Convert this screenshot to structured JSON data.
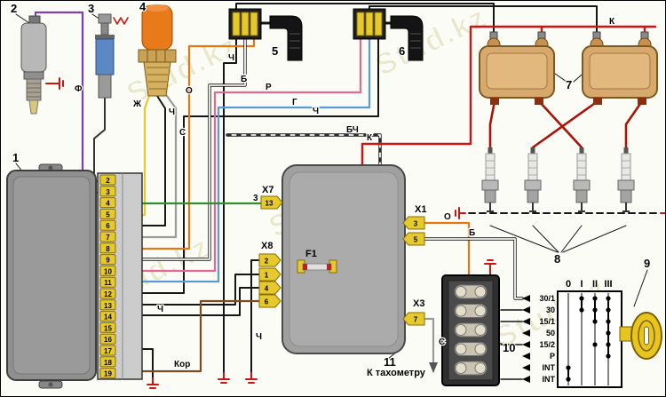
{
  "watermark": {
    "text": "Stud.kz"
  },
  "parts": {
    "p1": "1",
    "p2": "2",
    "p3": "3",
    "p4": "4",
    "p5": "5",
    "p6": "6",
    "p7": "7",
    "p8": "8",
    "p9": "9",
    "p10": "10",
    "p11": "11"
  },
  "connector1": {
    "pins": [
      "2",
      "3",
      "4",
      "5",
      "6",
      "7",
      "8",
      "9",
      "10",
      "11",
      "12",
      "13",
      "14",
      "15",
      "16",
      "17",
      "18",
      "19"
    ]
  },
  "cdi": {
    "x7_label": "X7",
    "x7_pin": "13",
    "x8_label": "X8",
    "x8_pins": [
      "2",
      "1",
      "4",
      "6"
    ],
    "x1_label": "X1",
    "x1_pins": [
      "3",
      "5"
    ],
    "x3_label": "X3",
    "x3_pin": "7",
    "f1_label": "F1"
  },
  "switch": {
    "positions": [
      "0",
      "I",
      "II",
      "III"
    ],
    "rows": [
      "30/1",
      "30",
      "15/1",
      "50",
      "15/2",
      "P",
      "INT",
      "INT"
    ]
  },
  "wire_labels": [
    "Ф",
    "Ж",
    "Ч",
    "С",
    "О",
    "Ч",
    "Б",
    "Р",
    "Г",
    "Ч",
    "БЧ",
    "К",
    "К",
    "3",
    "О",
    "Б",
    "С",
    "Ч",
    "Ч",
    "Кор"
  ],
  "annotations": {
    "tachometer": "К тахометру"
  },
  "colors": {
    "red": "#cc1414",
    "yellow": "#e6c92e",
    "orange": "#e07818",
    "violet": "#7a3fa8",
    "pink": "#e06a94",
    "light_blue": "#5a9bd4",
    "green": "#2f8f2f",
    "brown": "#7a4a22",
    "white": "#f5f5f5",
    "black": "#151515",
    "gray": "#9a9a9a",
    "coil_tan": "#d9a86c",
    "unit_gray": "#a0a0a0",
    "key_yellow": "#e8c41e"
  }
}
